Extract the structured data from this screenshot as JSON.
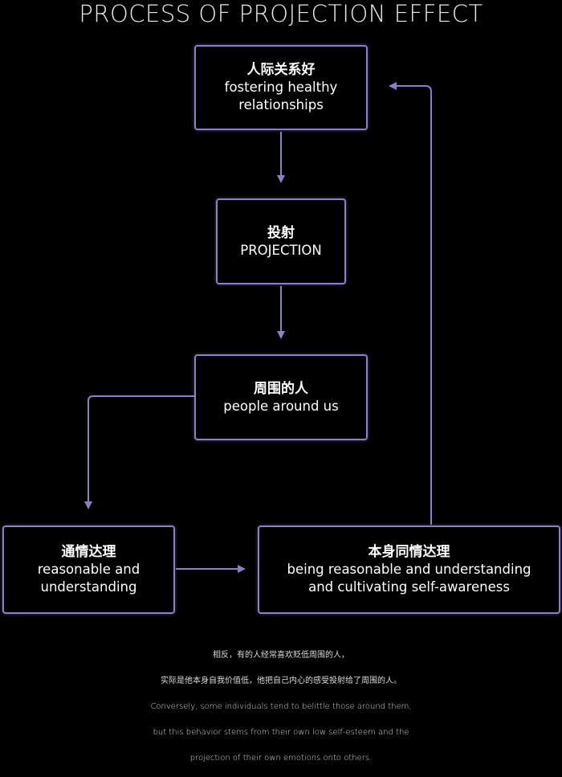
{
  "title": "PROCESS OF PROJECTION EFFECT",
  "nodes": {
    "relationships": {
      "zh": "人际关系好",
      "en_lines": [
        "fostering healthy",
        "relationships"
      ]
    },
    "projection": {
      "zh": "投射",
      "en_lines": [
        "PROJECTION"
      ]
    },
    "people": {
      "zh": "周围的人",
      "en_lines": [
        "people around us"
      ]
    },
    "reasonable": {
      "zh": "通情达理",
      "en_lines": [
        "reasonable and",
        "understanding"
      ]
    },
    "self": {
      "zh": "本身同情达理",
      "en_lines": [
        "being reasonable and understanding",
        "and cultivating self-awareness"
      ]
    }
  },
  "caption": {
    "zh_lines": [
      "相反，有的人经常喜欢贬低周围的人，",
      "实际是他本身自我价值低，他把自己内心的感受投射给了周围的人。"
    ],
    "en_lines": [
      "Conversely, some individuals tend to belittle those around them,",
      "but this behavior stems from their own low self-esteem and the",
      "projection of their own emotions onto others."
    ]
  },
  "colors": {
    "background": "#000000",
    "accent": "#8a80c8",
    "text": "#ffffff"
  }
}
